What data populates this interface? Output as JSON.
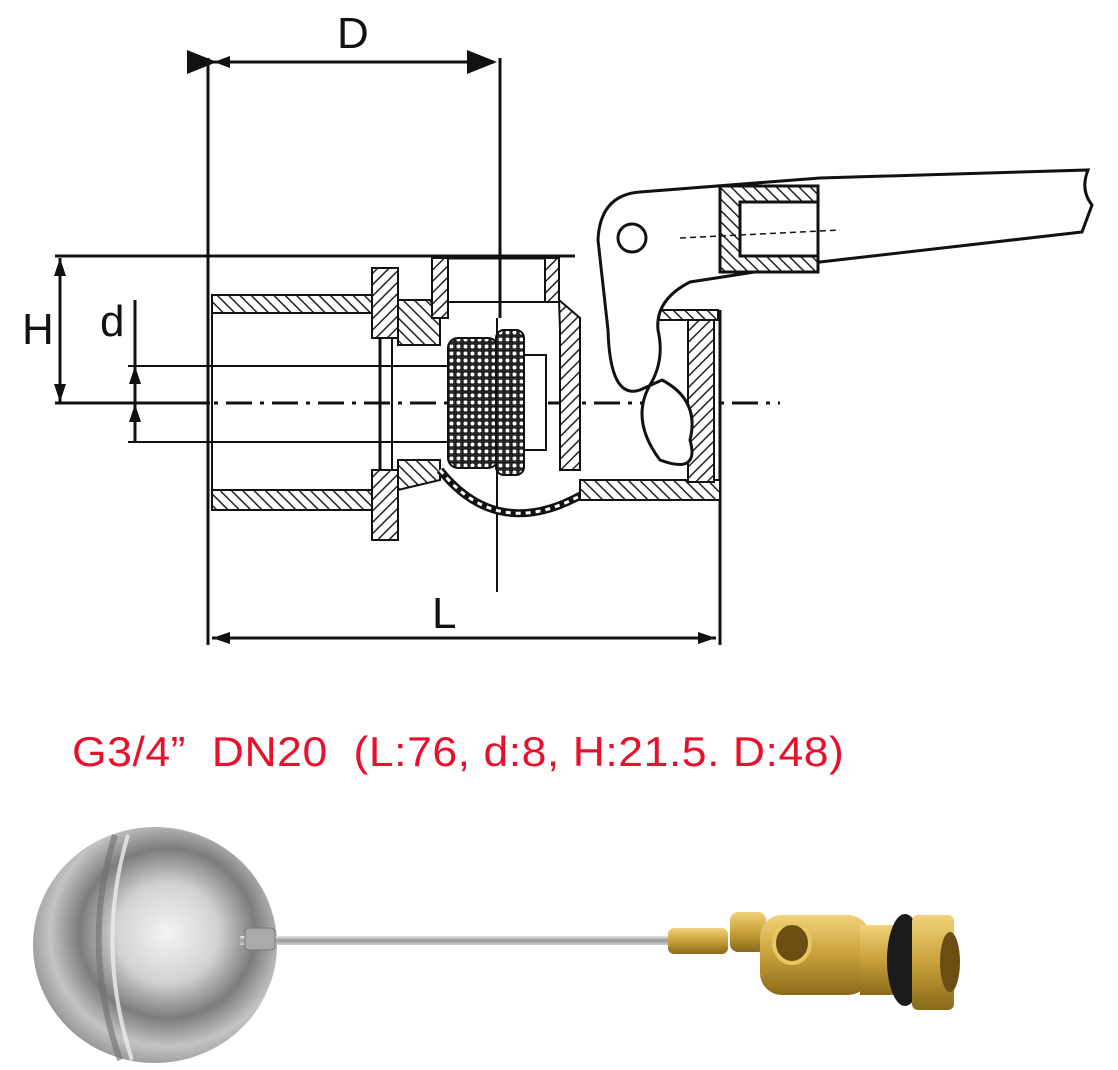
{
  "drawing": {
    "title": "Float valve cross-section technical drawing",
    "dimension_labels": {
      "D": "D",
      "H": "H",
      "d": "d",
      "L": "L"
    }
  },
  "spec": {
    "text": "G3/4”  DN20  (L:76, d:8, H:21.5. D:48)",
    "thread": "G3/4”",
    "nominal_diameter": "DN20",
    "dimensions": {
      "L": 76,
      "d": 8,
      "H": 21.5,
      "D": 48
    },
    "color": "#e8102a"
  },
  "photo": {
    "description": "Stainless steel float ball on rod attached to brass float valve with black rubber washer",
    "colors": {
      "ball": "#b8b8b8",
      "rod": "#9a9a9a",
      "brass": "#c9a13a",
      "washer": "#1a1a1a"
    }
  }
}
